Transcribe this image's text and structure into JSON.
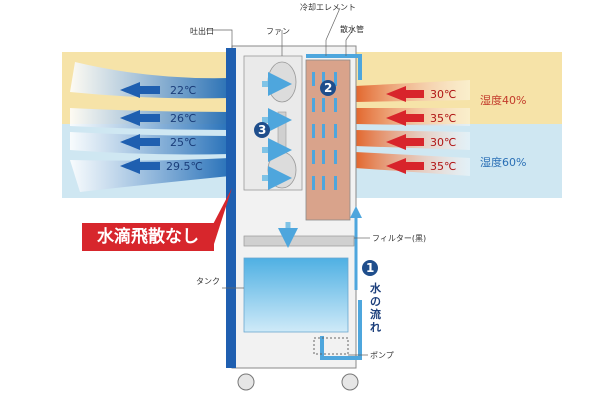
{
  "labels": {
    "outlet": "吐出口",
    "fan": "ファン",
    "cooling_element": "冷却エレメント",
    "sprinkler_pipe": "散水管",
    "filter": "フィルター(黒)",
    "tank": "タンク",
    "pump": "ポンプ",
    "water_flow": [
      "水",
      "の",
      "流",
      "れ"
    ],
    "no_splash": "水滴飛散なし"
  },
  "steps": [
    "1",
    "2",
    "3"
  ],
  "outlet_temps": [
    "22℃",
    "26℃",
    "25℃",
    "29.5℃"
  ],
  "inlet_temps": [
    "30℃",
    "35℃",
    "30℃",
    "35℃"
  ],
  "humidity": [
    "湿度40%",
    "湿度60%"
  ],
  "colors": {
    "band_top": "#f6e3a8",
    "band_bottom": "#cfe7f2",
    "outlet_blue": "#1f6bb6",
    "inlet_red": "#d8242b",
    "element": "#d9a38b",
    "water": "#7fc3e6",
    "badge": "#d7262c"
  }
}
